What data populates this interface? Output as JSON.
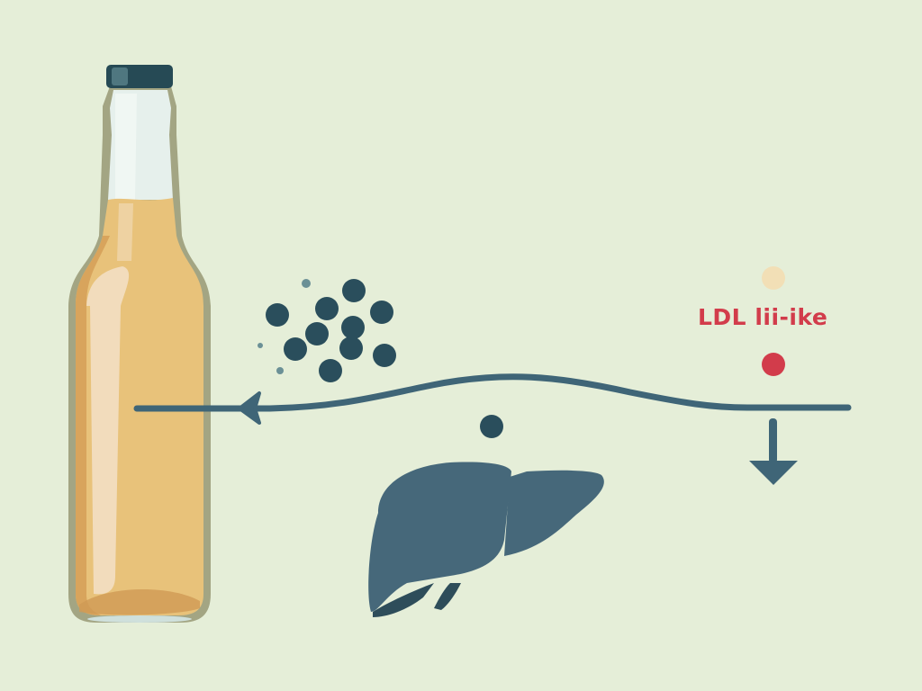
{
  "diagram": {
    "background_color": "#e5eed8",
    "label": {
      "text": "LDL lii-ike",
      "color": "#d23c4b"
    },
    "bottle": {
      "cap_color": "#264a55",
      "glass_outline_color": "#a3a583",
      "liquid_color": "#e8c27a",
      "highlight_color": "#f2dcbc",
      "neck_glass_color": "#e6f0ec"
    },
    "particles": {
      "large_color": "#2a4e5c",
      "small_color": "#6b9096",
      "count_large": 11,
      "count_small": 3
    },
    "arrow_line": {
      "color": "#3f6577",
      "direction": "left"
    },
    "down_arrow": {
      "color": "#3f6577",
      "direction": "down"
    },
    "liver": {
      "color": "#46687a",
      "shadow_color": "#2e4d5a"
    },
    "dots": {
      "beige_color": "#f2dfb6",
      "red_color": "#d23c4b",
      "dark_color": "#2a4e5c"
    }
  }
}
